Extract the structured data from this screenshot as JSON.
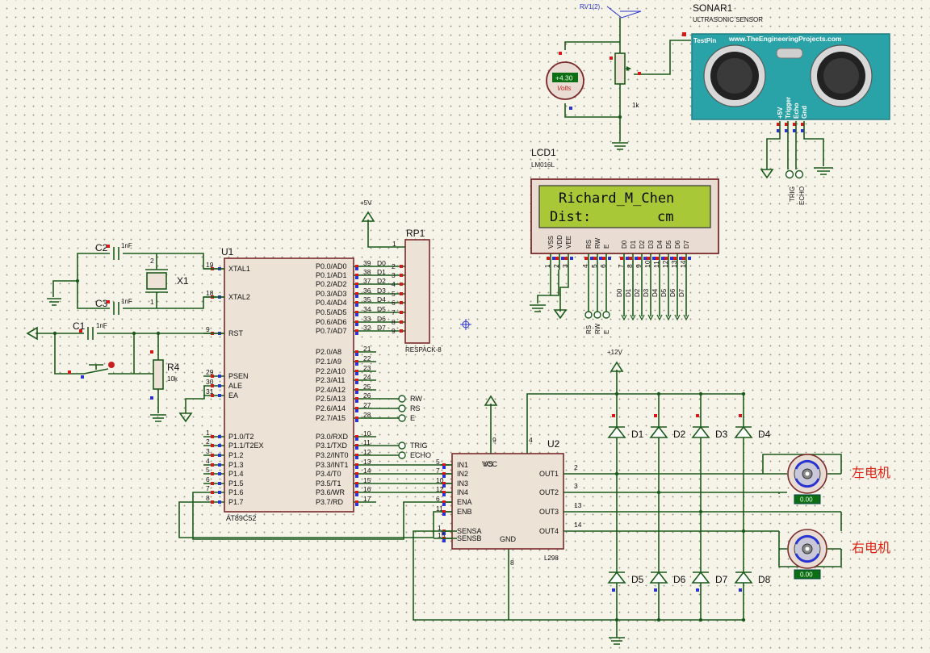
{
  "u1": {
    "ref": "U1",
    "part": "AT89C52",
    "left_pins": [
      {
        "num": "19",
        "name": "XTAL1"
      },
      {
        "num": "18",
        "name": "XTAL2"
      },
      {
        "num": "9",
        "name": "RST"
      },
      {
        "num": "29",
        "name": "PSEN"
      },
      {
        "num": "30",
        "name": "ALE"
      },
      {
        "num": "31",
        "name": "EA"
      },
      {
        "num": "1",
        "name": "P1.0/T2"
      },
      {
        "num": "2",
        "name": "P1.1/T2EX"
      },
      {
        "num": "3",
        "name": "P1.2"
      },
      {
        "num": "4",
        "name": "P1.3"
      },
      {
        "num": "5",
        "name": "P1.4"
      },
      {
        "num": "6",
        "name": "P1.5"
      },
      {
        "num": "7",
        "name": "P1.6"
      },
      {
        "num": "8",
        "name": "P1.7"
      }
    ],
    "right_pins": [
      {
        "num": "39",
        "name": "P0.0/AD0",
        "net": "D0"
      },
      {
        "num": "38",
        "name": "P0.1/AD1",
        "net": "D1"
      },
      {
        "num": "37",
        "name": "P0.2/AD2",
        "net": "D2"
      },
      {
        "num": "36",
        "name": "P0.3/AD3",
        "net": "D3"
      },
      {
        "num": "35",
        "name": "P0.4/AD4",
        "net": "D4"
      },
      {
        "num": "34",
        "name": "P0.5/AD5",
        "net": "D5"
      },
      {
        "num": "33",
        "name": "P0.6/AD6",
        "net": "D6"
      },
      {
        "num": "32",
        "name": "P0.7/AD7",
        "net": "D7"
      },
      {
        "num": "21",
        "name": "P2.0/A8",
        "net": ""
      },
      {
        "num": "22",
        "name": "P2.1/A9",
        "net": ""
      },
      {
        "num": "23",
        "name": "P2.2/A10",
        "net": ""
      },
      {
        "num": "24",
        "name": "P2.3/A11",
        "net": ""
      },
      {
        "num": "25",
        "name": "P2.4/A12",
        "net": ""
      },
      {
        "num": "26",
        "name": "P2.5/A13",
        "net": "RW"
      },
      {
        "num": "27",
        "name": "P2.6/A14",
        "net": "RS"
      },
      {
        "num": "28",
        "name": "P2.7/A15",
        "net": "E"
      },
      {
        "num": "10",
        "name": "P3.0/RXD",
        "net": ""
      },
      {
        "num": "11",
        "name": "P3.1/TXD",
        "net": "TRIG"
      },
      {
        "num": "12",
        "name": "P3.2/INT0",
        "net": "ECHO"
      },
      {
        "num": "13",
        "name": "P3.3/INT1",
        "net": ""
      },
      {
        "num": "14",
        "name": "P3.4/T0",
        "net": ""
      },
      {
        "num": "15",
        "name": "P3.5/T1",
        "net": ""
      },
      {
        "num": "16",
        "name": "P3.6/WR",
        "net": ""
      },
      {
        "num": "17",
        "name": "P3.7/RD",
        "net": ""
      }
    ],
    "rp_pin_nums": [
      "2",
      "3",
      "4",
      "5",
      "6",
      "7",
      "8",
      "9"
    ]
  },
  "rp1": {
    "ref": "RP1",
    "part": "RESPACK-8",
    "pin": "1",
    "supply": "+5V"
  },
  "x1": {
    "ref": "X1"
  },
  "c1": {
    "ref": "C1",
    "value": "1nF"
  },
  "c2": {
    "ref": "C2",
    "value": "1nF",
    "p1": "2",
    "p2": "1"
  },
  "c3": {
    "ref": "C3",
    "value": "1nF"
  },
  "r4": {
    "ref": "R4",
    "value": "10k"
  },
  "lcd": {
    "ref": "LCD1",
    "part": "LM016L",
    "line1": "Richard_M_Chen",
    "line2": "Dist:        cm",
    "pins": [
      {
        "name": "VSS",
        "num": "1"
      },
      {
        "name": "VDD",
        "num": "2"
      },
      {
        "name": "VEE",
        "num": "3"
      },
      {
        "name": "RS",
        "num": "4"
      },
      {
        "name": "RW",
        "num": "5"
      },
      {
        "name": "E",
        "num": "6"
      },
      {
        "name": "D0",
        "num": "7"
      },
      {
        "name": "D1",
        "num": "8"
      },
      {
        "name": "D2",
        "num": "9"
      },
      {
        "name": "D3",
        "num": "10"
      },
      {
        "name": "D4",
        "num": "11"
      },
      {
        "name": "D5",
        "num": "12"
      },
      {
        "name": "D6",
        "num": "13"
      },
      {
        "name": "D7",
        "num": "14"
      }
    ],
    "ctrl_terms": [
      "RS",
      "RW",
      "E"
    ],
    "data_nets": [
      "D0",
      "D1",
      "D2",
      "D3",
      "D4",
      "D5",
      "D6",
      "D7"
    ]
  },
  "sonar": {
    "ref": "SONAR1",
    "part": "ULTRASONIC SENSOR",
    "site": "www.TheEngineeringProjects.com",
    "testpin": "TestPin",
    "pins": [
      "+5V",
      "Trigger",
      "Echo",
      "Gnd"
    ],
    "terms": [
      "TRIG",
      "ECHO"
    ]
  },
  "rv1": {
    "ref": "RV1(2)",
    "value": "1k"
  },
  "voltmeter": {
    "reading": "+4.30",
    "unit": "Volts"
  },
  "u2": {
    "ref": "U2",
    "part": "L298",
    "left_pins": [
      {
        "num": "5",
        "name": "IN1"
      },
      {
        "num": "7",
        "name": "IN2"
      },
      {
        "num": "10",
        "name": "IN3"
      },
      {
        "num": "12",
        "name": "IN4"
      },
      {
        "num": "6",
        "name": "ENA"
      },
      {
        "num": "11",
        "name": "ENB"
      },
      {
        "num": "1",
        "name": "SENSA"
      },
      {
        "num": "15",
        "name": "SENSB"
      }
    ],
    "right_pins": [
      {
        "num": "2",
        "name": "OUT1"
      },
      {
        "num": "3",
        "name": "OUT2"
      },
      {
        "num": "13",
        "name": "OUT3"
      },
      {
        "num": "14",
        "name": "OUT4"
      }
    ],
    "top_pins": [
      {
        "num": "9",
        "name": "VCC"
      },
      {
        "num": "4",
        "name": "VS"
      }
    ],
    "bottom_pin": {
      "num": "8",
      "name": "GND"
    },
    "supply": "+12V"
  },
  "diodes": {
    "top": [
      "D1",
      "D2",
      "D3",
      "D4"
    ],
    "bottom": [
      "D5",
      "D6",
      "D7",
      "D8"
    ]
  },
  "motors": [
    {
      "label": "左电机",
      "reading": "0.00"
    },
    {
      "label": "右电机",
      "reading": "0.00"
    }
  ],
  "colors": {
    "wire": "#1a5a1a",
    "body": "#ece2d6",
    "outline": "#7a2a2a",
    "pin_red": "#d81818",
    "pin_blue": "#2a34d0",
    "lcd_screen": "#a8c838",
    "sonar": "#2aa3a8",
    "label_red": "#e02010"
  }
}
